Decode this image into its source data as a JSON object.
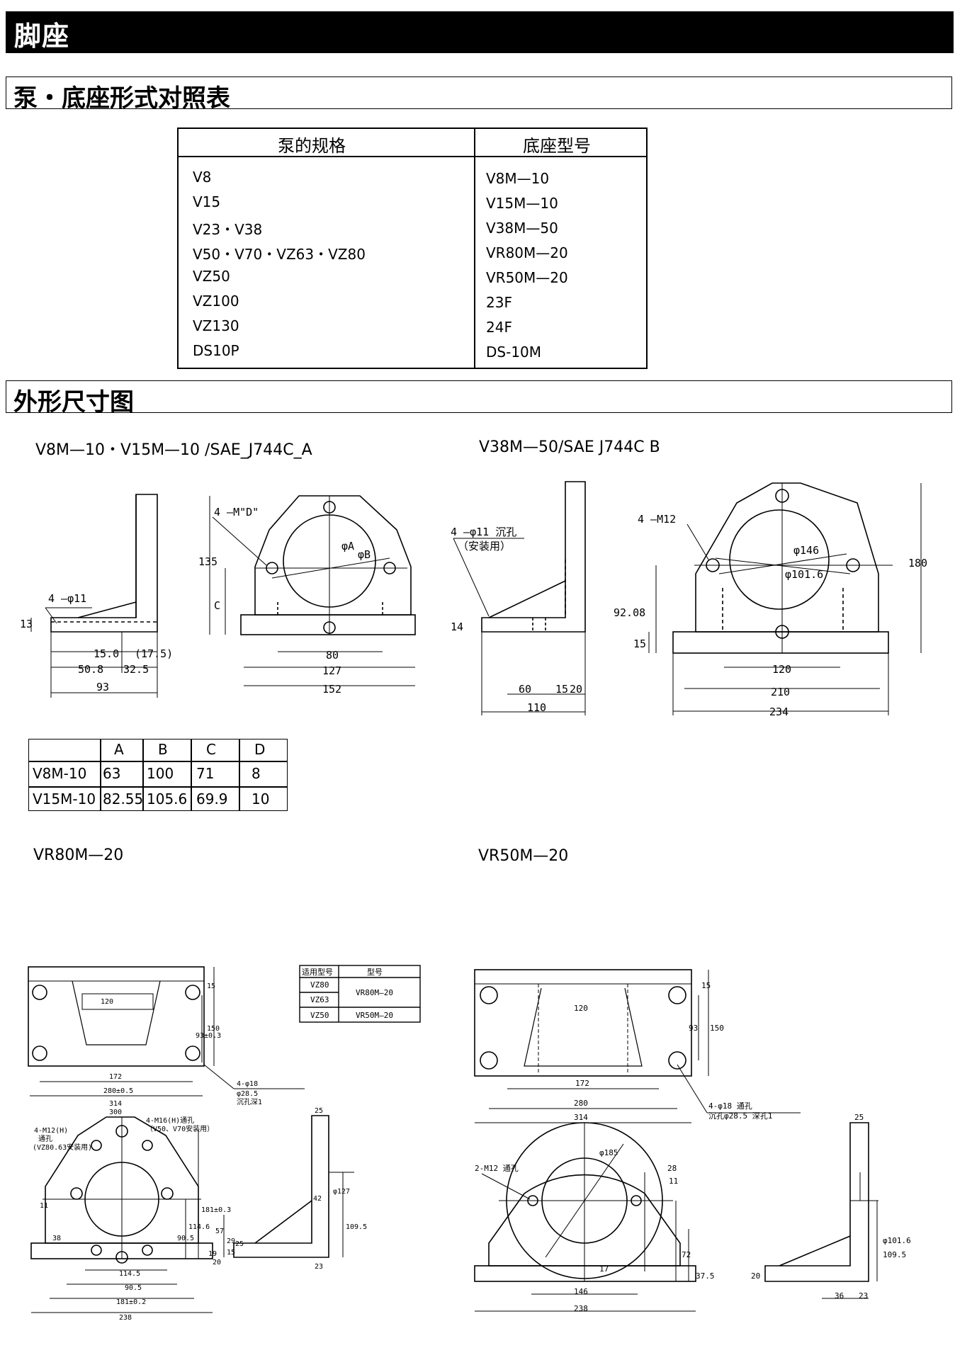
{
  "page": {
    "title": "脚座",
    "section_table": "泵・底座形式对照表",
    "section_drawings": "外形尺寸图"
  },
  "pump_table": {
    "col_pump": "泵的规格",
    "col_base": "底座型号",
    "rows": [
      {
        "pump": "V8",
        "base": "V8M—10"
      },
      {
        "pump": "V15",
        "base": "V15M—10"
      },
      {
        "pump": "V23・V38",
        "base": "V38M—50"
      },
      {
        "pump": "V50・V70・VZ63・VZ80",
        "base": "VR80M—20"
      },
      {
        "pump": "VZ50",
        "base": "VR50M—20"
      },
      {
        "pump": "VZ100",
        "base": "23F"
      },
      {
        "pump": "VZ130",
        "base": "24F"
      },
      {
        "pump": "DS10P",
        "base": "DS-10M"
      }
    ]
  },
  "figures": {
    "fig1_title": "V8M—10・V15M—10 /SAE_J744C_A",
    "fig2_title": "V38M—50/SAE J744C B",
    "fig3_title": "VR80M—20",
    "fig4_title": "VR50M—20"
  },
  "dim_table": {
    "headers": [
      "A",
      "B",
      "C",
      "D"
    ],
    "rows": [
      {
        "model": "V8M-10",
        "A": "63",
        "B": "100",
        "C": "71",
        "D": "8"
      },
      {
        "model": "V15M-10",
        "A": "82.55",
        "B": "105.6",
        "C": "69.9",
        "D": "10"
      }
    ]
  },
  "fig1_dims": {
    "holes_side": "4 —φ11",
    "h13": "13",
    "d15": "15.0",
    "d175": "(17.5)",
    "d508": "50.8",
    "d325": "32.5",
    "d93": "93",
    "holes_front": "4 —M\"D\"",
    "phiA": "φA",
    "phiB": "φB",
    "d135": "135",
    "dC": "C",
    "d80": "80",
    "d127": "127",
    "d152": "152"
  },
  "fig2_dims": {
    "holes_side": "4 —φ11 沉孔",
    "holes_side_note": "（安装用）",
    "h14": "14",
    "d60": "60",
    "d15": "15",
    "d20": "20",
    "d110": "110",
    "holes_front": "4 —M12",
    "phi146": "φ146",
    "phi1016": "φ101.6",
    "d9208": "92.08",
    "d15b": "15",
    "d180": "180",
    "d120": "120",
    "d210": "210",
    "d234": "234"
  },
  "vr80_dims": {
    "tbl_h1": "适用型号",
    "tbl_h2": "型号",
    "tbl_r1": "VZ80",
    "tbl_r2": "VZ63",
    "tbl_r3": "VZ50",
    "tbl_m1": "VR80M—20",
    "tbl_m2": "VR50M—20",
    "d120": "120",
    "d15": "15",
    "d93": "93±0.3",
    "d150": "150",
    "d172": "172",
    "d280": "280±0.5",
    "d314": "314",
    "holes18": "4-φ18",
    "holes18b": "φ28.5",
    "holes18c": "沉孔深1",
    "d300": "300",
    "m16": "4-M16(H)通孔",
    "m16b": "（V50、V70安装用）",
    "m12": "4-M12(H)",
    "m12b": "通孔",
    "m12c": "(VZ80.63安装用)",
    "d1146": "114.6",
    "d1810": "181±0.3",
    "d905": "90.5",
    "d1145": "114.5",
    "d905b": "90.5",
    "d181": "181±0.2",
    "d238": "238",
    "d11": "11",
    "d38": "38",
    "d19": "19",
    "d25": "25",
    "d42": "42",
    "d127s": "φ127",
    "d1095": "109.5",
    "d23": "23",
    "d20": "20",
    "d57": "57",
    "d29": "29",
    "d25b": "25",
    "d15b": "15"
  },
  "vr50_dims": {
    "d120": "120",
    "d15": "15",
    "d93": "93",
    "d150": "150",
    "d172": "172",
    "d280": "280",
    "d314": "314",
    "holes18": "4-φ18 通孔",
    "holes18b": "沉孔φ28.5 深孔1",
    "m12": "2-M12 通孔",
    "phi185": "φ185",
    "d28": "28",
    "d11": "11",
    "d72": "72",
    "d17": "17",
    "d375": "37.5",
    "d146": "146",
    "d238": "238",
    "d25": "25",
    "d1016": "φ101.6",
    "d1095": "109.5",
    "d20": "20",
    "d36": "36",
    "d23": "23"
  }
}
